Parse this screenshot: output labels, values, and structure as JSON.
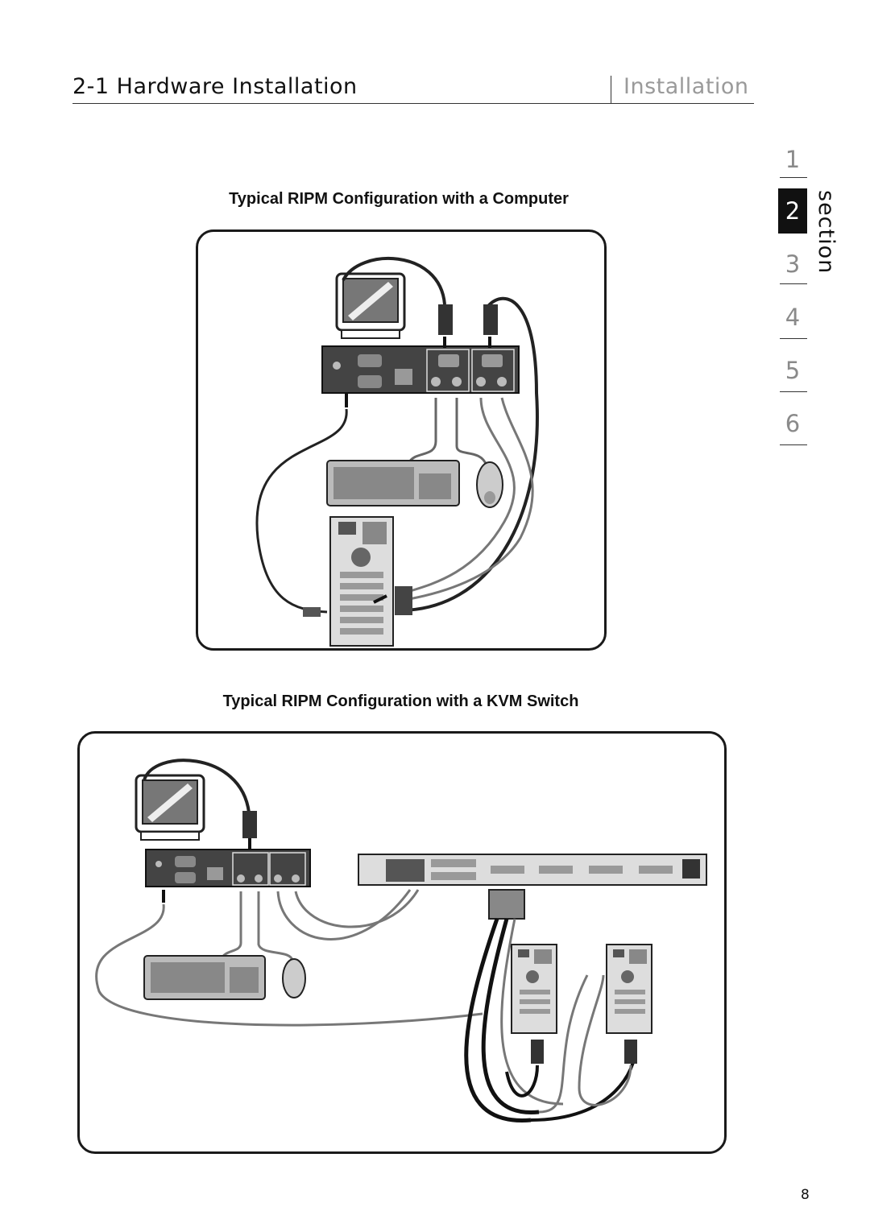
{
  "header": {
    "title": "2-1  Hardware Installation",
    "right_label": "Installation"
  },
  "section_nav": {
    "items": [
      "1",
      "2",
      "3",
      "4",
      "5",
      "6"
    ],
    "active": "2",
    "label": "section"
  },
  "figures": [
    {
      "caption": "Typical RIPM Configuration with a Computer"
    },
    {
      "caption": "Typical RIPM Configuration with a KVM Switch"
    }
  ],
  "page_number": "8",
  "colors": {
    "ink": "#111111",
    "muted": "#9a9a9a",
    "device": "#3a3a3a"
  }
}
